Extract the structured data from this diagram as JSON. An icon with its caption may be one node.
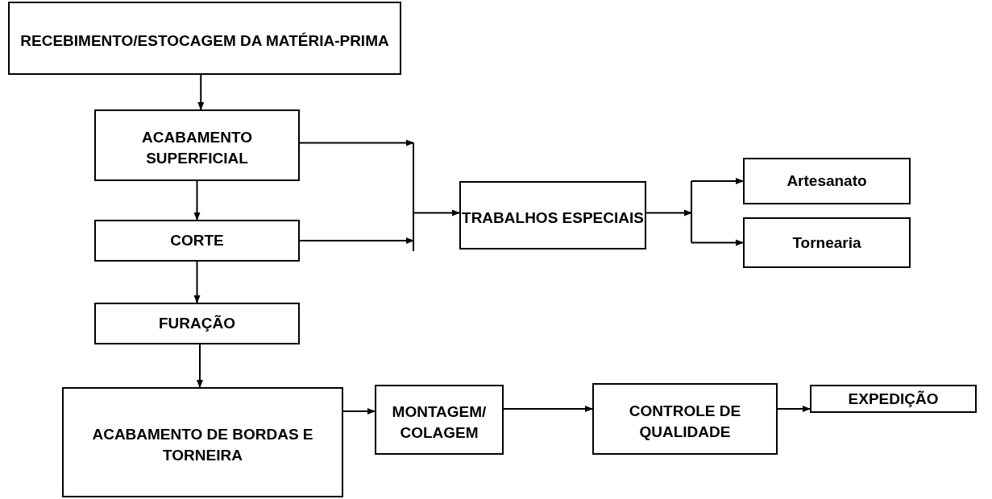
{
  "diagram": {
    "nodes": [
      {
        "text": [
          "RECEBIMENTO/ESTOCAGEM DA MATÉRIA-PRIMA"
        ]
      },
      {
        "text": [
          "ACABAMENTO SUPERFICIAL"
        ]
      },
      {
        "text": [
          "CORTE"
        ]
      },
      {
        "text": [
          "FURAÇÃO"
        ]
      },
      {
        "text": [
          "ACABAMENTO DE BORDAS E TORNEIRA"
        ]
      },
      {
        "text": [
          "MONTAGEM/ COLAGEM"
        ]
      },
      {
        "text": [
          "CONTROLE DE QUALIDADE"
        ]
      },
      {
        "text": [
          "EXPEDIÇÃO"
        ]
      },
      {
        "text": [
          "TRABALHOS ESPECIAIS"
        ]
      },
      {
        "text": [
          "Artesanato"
        ]
      },
      {
        "text": [
          "Tornearia"
        ]
      }
    ],
    "edges": [
      {
        "from": 0,
        "to": 1,
        "arrow": "to"
      },
      {
        "from": 1,
        "to": 2,
        "arrow": "to"
      },
      {
        "from": 2,
        "to": 3,
        "arrow": "to"
      },
      {
        "from": 3,
        "to": 4,
        "arrow": "to"
      },
      {
        "from": 4,
        "to": 5,
        "arrow": "to"
      },
      {
        "from": 5,
        "to": 6,
        "arrow": "to"
      },
      {
        "from": 6,
        "to": 7,
        "arrow": "to"
      },
      {
        "from": 1,
        "to": 8,
        "arrow": "to"
      },
      {
        "from": 2,
        "to": 8,
        "arrow": "to"
      },
      {
        "from": 8,
        "to": 9,
        "arrow": "to"
      },
      {
        "from": 8,
        "to": 10,
        "arrow": "to"
      }
    ]
  }
}
